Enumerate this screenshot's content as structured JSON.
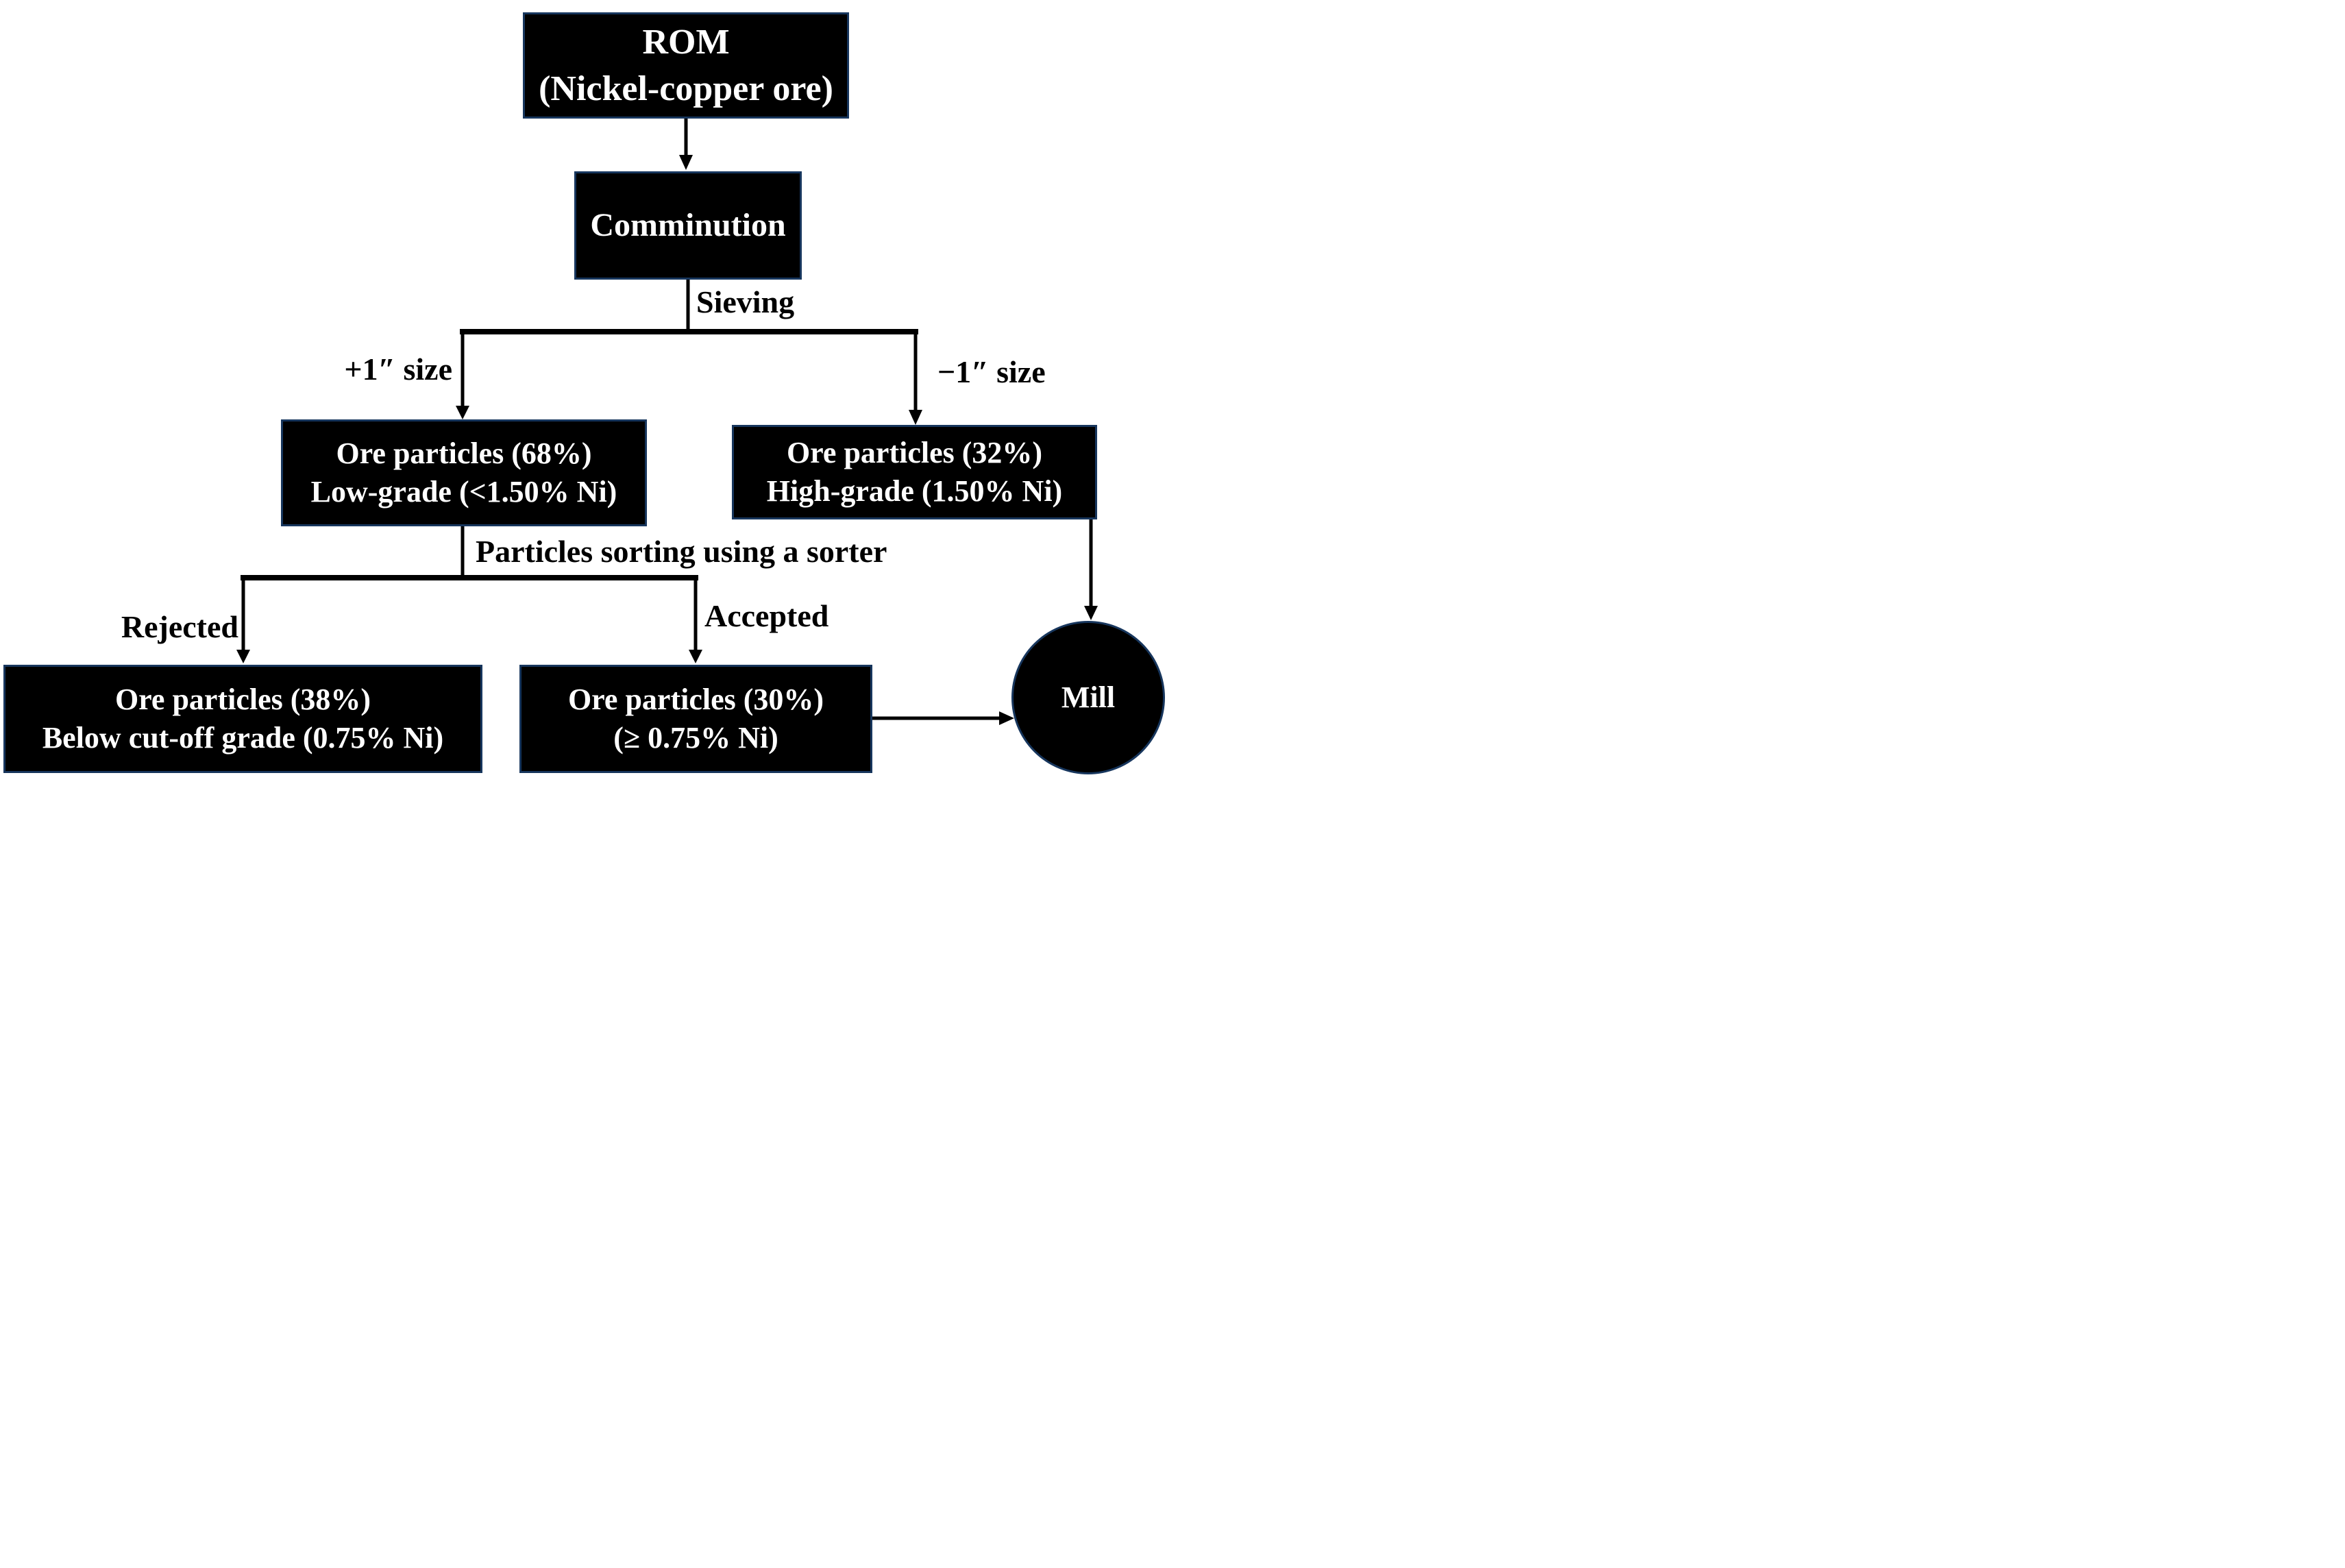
{
  "diagram": {
    "type": "flowchart",
    "subject": "Nickel-copper ore sorting flowsheet",
    "colors": {
      "node_fill": "#000000",
      "node_border": "#17365d",
      "node_text": "#ffffff",
      "connector": "#000000",
      "label_text": "#000000",
      "background": "#ffffff"
    },
    "nodes": {
      "rom": {
        "line1": "ROM",
        "line2": "(Nickel-copper ore)"
      },
      "comminution": {
        "label": "Comminution"
      },
      "low_grade": {
        "line1": "Ore particles (68%)",
        "line2": "Low-grade (<1.50% Ni)"
      },
      "high_grade": {
        "line1": "Ore particles (32%)",
        "line2": "High-grade (1.50% Ni)"
      },
      "below_cutoff": {
        "line1": "Ore particles (38%)",
        "line2": "Below cut-off grade (0.75% Ni)"
      },
      "accepted_ore": {
        "line1": "Ore particles (30%)",
        "line2": "(≥ 0.75% Ni)"
      },
      "mill": {
        "label": "Mill"
      }
    },
    "edge_labels": {
      "sieving": "Sieving",
      "plus_size": "+1″ size",
      "minus_size": "−1″ size",
      "sorting": "Particles sorting using a sorter",
      "rejected": "Rejected",
      "accepted": "Accepted"
    },
    "edges": [
      {
        "from": "rom",
        "to": "comminution",
        "label": ""
      },
      {
        "from": "comminution",
        "to": "low_grade",
        "label": "Sieving, +1″ size"
      },
      {
        "from": "comminution",
        "to": "high_grade",
        "label": "Sieving, −1″ size"
      },
      {
        "from": "low_grade",
        "to": "below_cutoff",
        "label": "Particles sorting using a sorter, Rejected"
      },
      {
        "from": "low_grade",
        "to": "accepted_ore",
        "label": "Particles sorting using a sorter, Accepted"
      },
      {
        "from": "high_grade",
        "to": "mill",
        "label": ""
      },
      {
        "from": "accepted_ore",
        "to": "mill",
        "label": ""
      }
    ]
  }
}
